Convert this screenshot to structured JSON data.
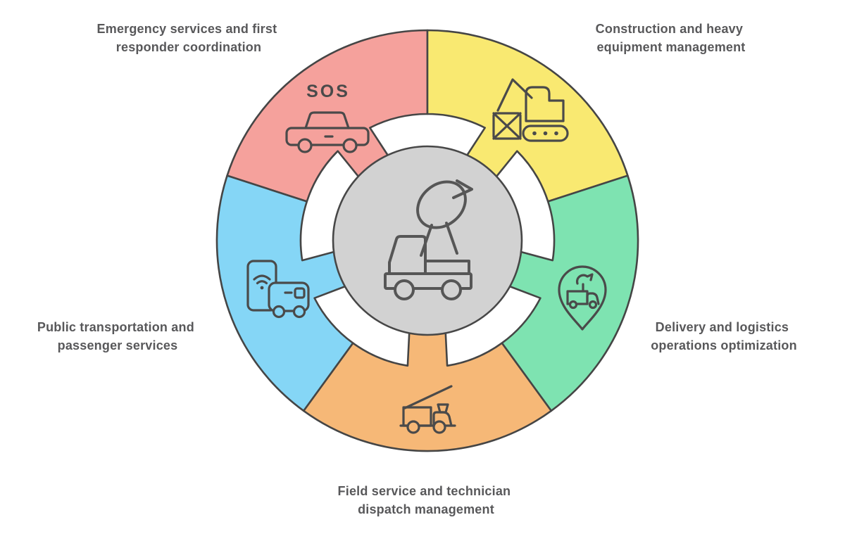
{
  "diagram": {
    "type": "segmented-wheel-infographic",
    "center": {
      "icon": "satellite-dish-truck-icon",
      "fill": "#D2D2D2"
    },
    "colors": {
      "outline": "#454545",
      "icon_stroke": "#4A4A4A",
      "center_icon_stroke": "#565656",
      "center_fill": "#D2D2D2",
      "label_text": "#58585A",
      "background": "#FFFFFF"
    }
  },
  "segments": [
    {
      "id": "emergency-services",
      "label": "Emergency services and first responder coordination",
      "label_lines": [
        "Emergency services and first",
        "responder coordination"
      ],
      "color": "#F5A19C",
      "icon": "sos-car-icon",
      "icon_text": "SOS"
    },
    {
      "id": "construction",
      "label": "Construction and heavy equipment management",
      "label_lines": [
        "Construction and heavy",
        "equipment management"
      ],
      "color": "#F9E971",
      "icon": "crane-excavator-icon"
    },
    {
      "id": "delivery-logistics",
      "label": "Delivery and logistics operations optimization",
      "label_lines": [
        "Delivery and logistics",
        "operations optimization"
      ],
      "color": "#7EE3B1",
      "icon": "location-pin-delivery-truck-icon"
    },
    {
      "id": "field-service",
      "label": "Field service and technician dispatch management",
      "label_lines": [
        "Field service and technician",
        "dispatch management"
      ],
      "color": "#F6B877",
      "icon": "crane-service-truck-icon"
    },
    {
      "id": "public-transportation",
      "label": "Public transportation and passenger services",
      "label_lines": [
        "Public transportation and",
        "passenger services"
      ],
      "color": "#85D6F6",
      "icon": "mobile-phone-bus-icon"
    }
  ]
}
